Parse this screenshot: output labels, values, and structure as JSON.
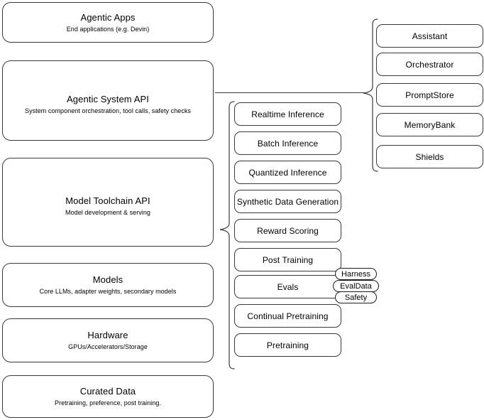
{
  "diagram": {
    "title": "AI stack layers diagram",
    "stroke_color": "#3a3a3a",
    "background": "#ffffff"
  },
  "left_stack": [
    {
      "id": "agentic-apps",
      "title": "Agentic Apps",
      "subtitle": "End applications (e.g. Devin)"
    },
    {
      "id": "agentic-system-api",
      "title": "Agentic System API",
      "subtitle": "System component orchestration, tool calls, safety checks"
    },
    {
      "id": "model-toolchain-api",
      "title": "Model Toolchain API",
      "subtitle": "Model development & serving"
    },
    {
      "id": "models",
      "title": "Models",
      "subtitle": "Core LLMs, adapter weights, secondary models"
    },
    {
      "id": "hardware",
      "title": "Hardware",
      "subtitle": "GPUs/Accelerators/Storage"
    },
    {
      "id": "curated-data",
      "title": "Curated Data",
      "subtitle": "Pretraining, preference, post training."
    }
  ],
  "toolchain_items": [
    {
      "id": "realtime-inference",
      "label": "Realtime Inference"
    },
    {
      "id": "batch-inference",
      "label": "Batch Inference"
    },
    {
      "id": "quantized-inference",
      "label": "Quantized Inference"
    },
    {
      "id": "synthetic-data-generation",
      "label": "Synthetic Data Generation"
    },
    {
      "id": "reward-scoring",
      "label": "Reward Scoring"
    },
    {
      "id": "post-training",
      "label": "Post Training"
    },
    {
      "id": "evals",
      "label": "Evals"
    },
    {
      "id": "continual-pretraining",
      "label": "Continual Pretraining"
    },
    {
      "id": "pretraining",
      "label": "Pretraining"
    }
  ],
  "agentic_system_items": [
    {
      "id": "assistant",
      "label": "Assistant"
    },
    {
      "id": "orchestrator",
      "label": "Orchestrator"
    },
    {
      "id": "promptstore",
      "label": "PromptStore"
    },
    {
      "id": "memorybank",
      "label": "MemoryBank"
    },
    {
      "id": "shields",
      "label": "Shields"
    }
  ],
  "evals_badges": [
    {
      "id": "harness",
      "label": "Harness"
    },
    {
      "id": "evaldata",
      "label": "EvalData"
    },
    {
      "id": "safety",
      "label": "Safety"
    }
  ]
}
